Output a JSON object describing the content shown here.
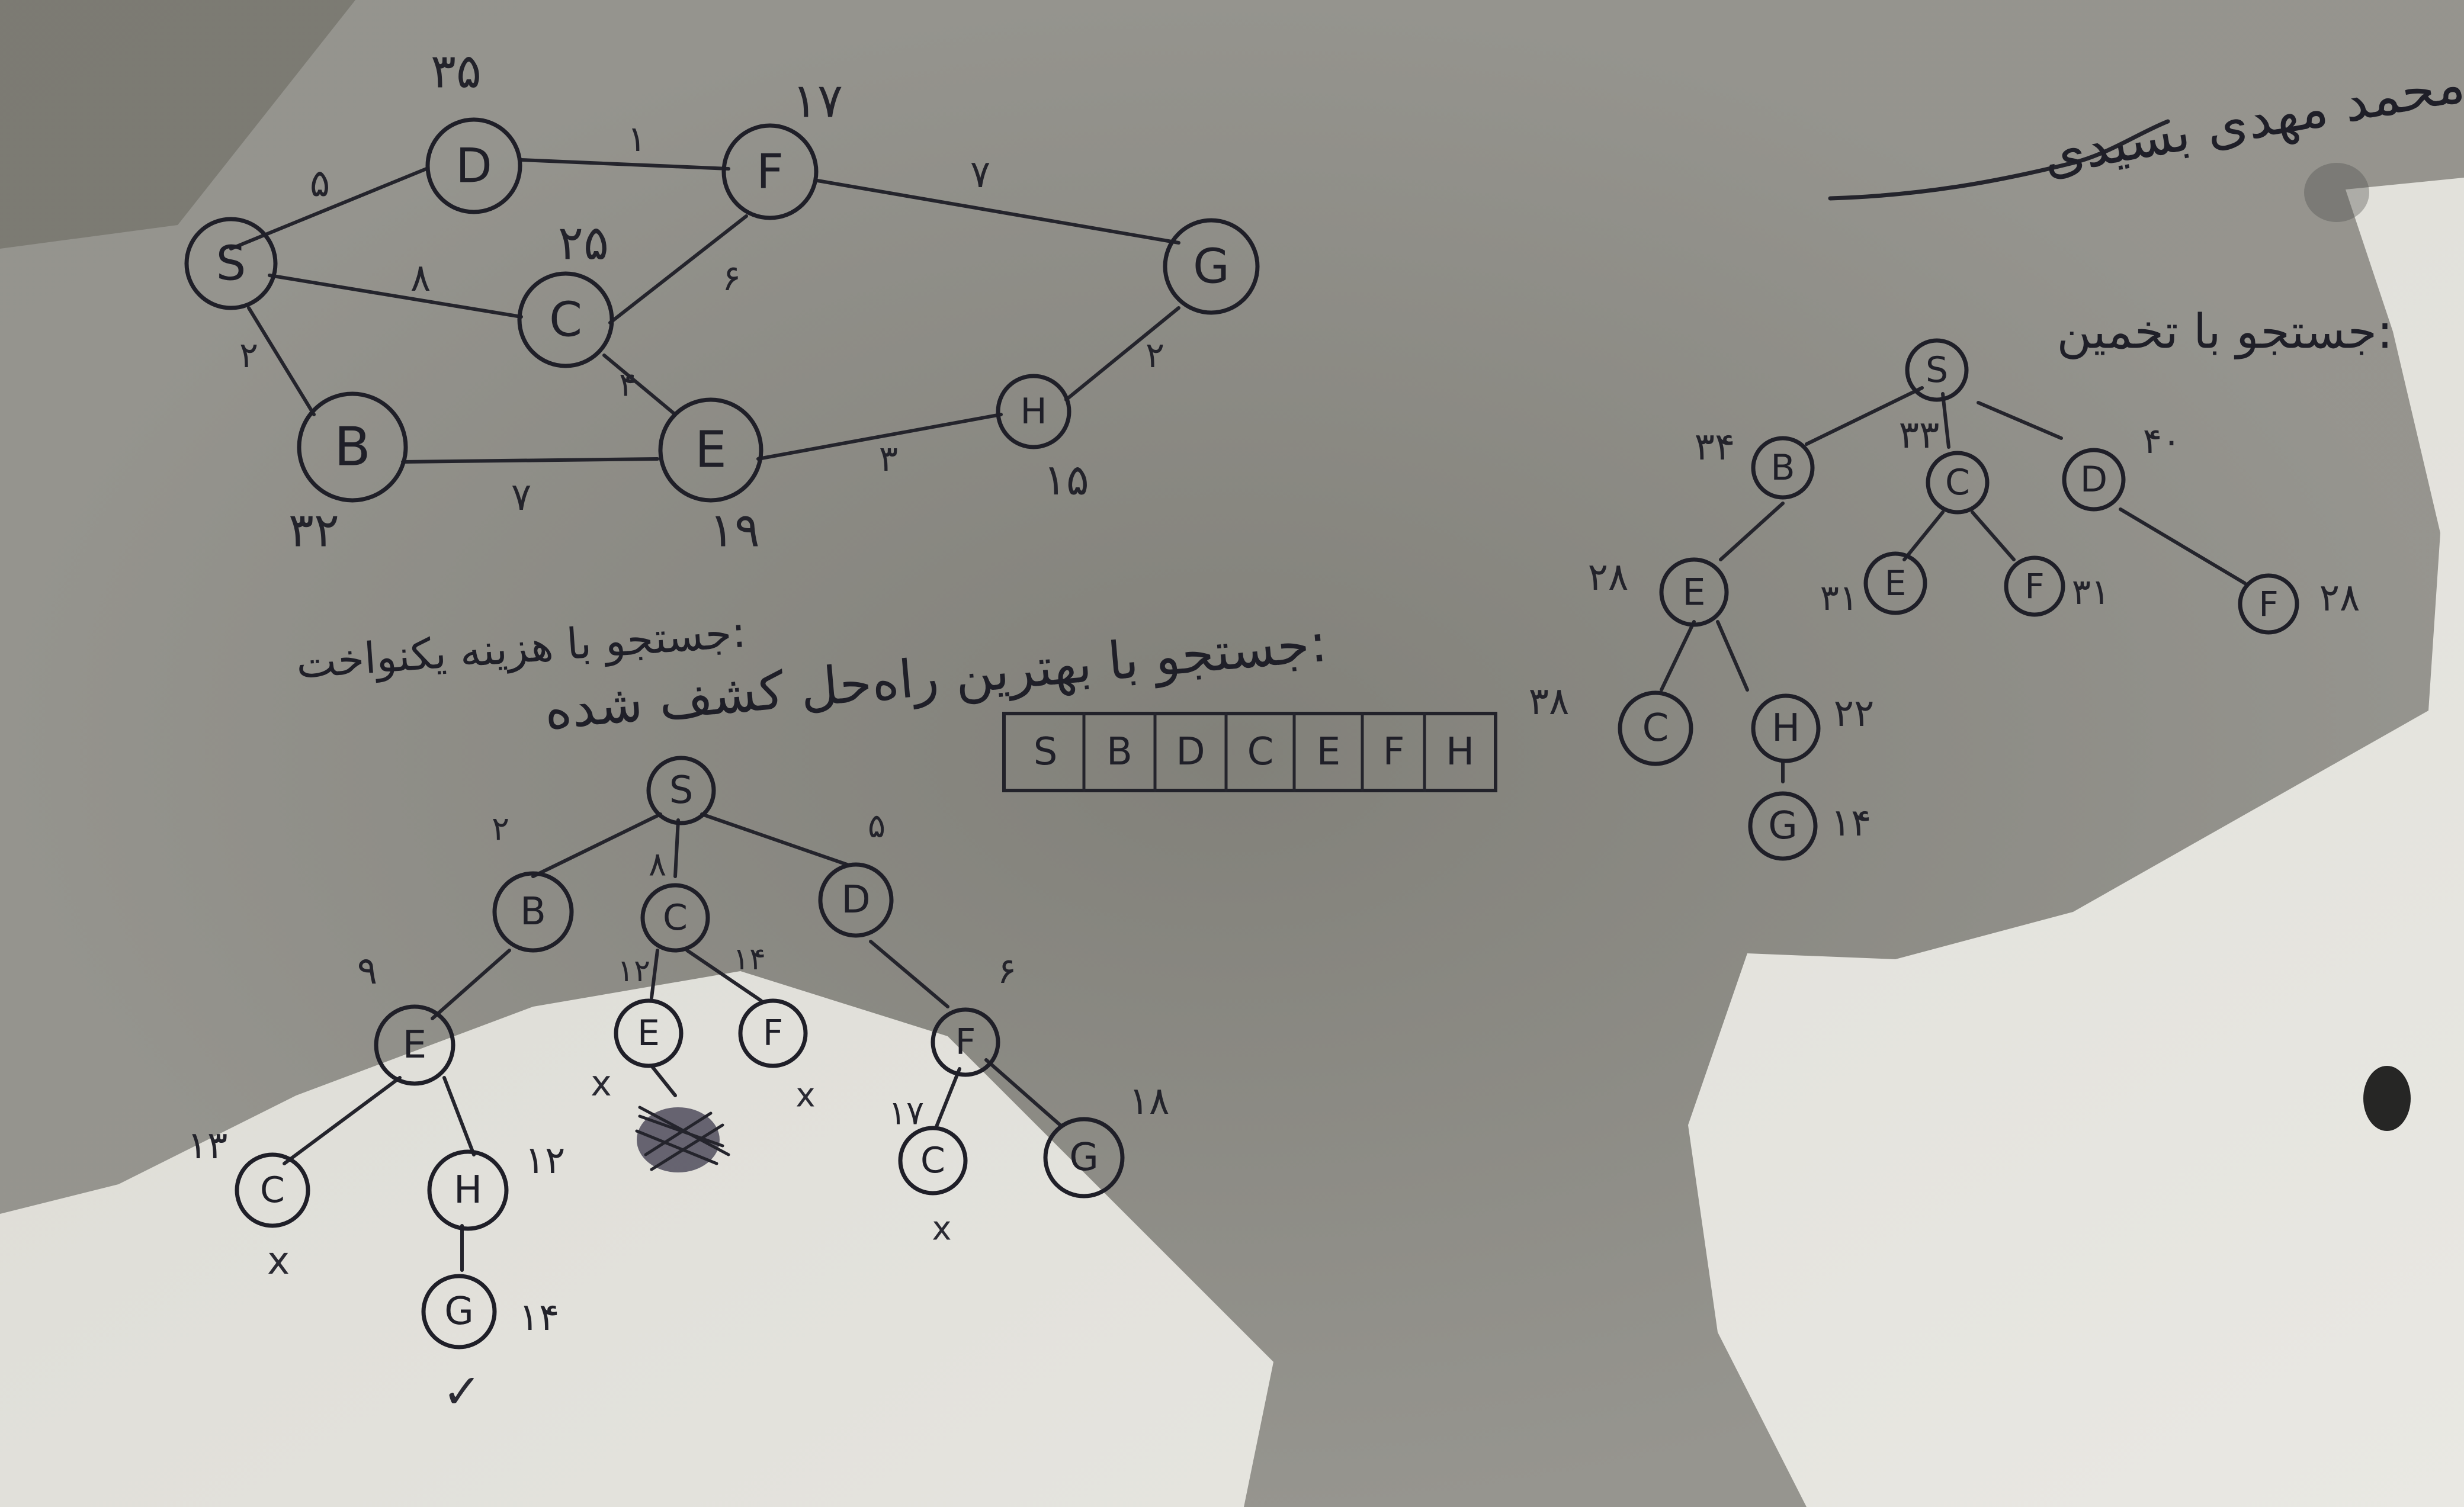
{
  "image": {
    "subject": "Handwritten notes on paper: a weighted graph with heuristic values and two search trees"
  },
  "header": {
    "signature_name": "محمد مهدی بسیدی"
  },
  "graph": {
    "nodes": [
      {
        "id": "S",
        "label": "S",
        "h": ""
      },
      {
        "id": "D",
        "label": "D",
        "h": "۳۵"
      },
      {
        "id": "F",
        "label": "F",
        "h": "۱۷"
      },
      {
        "id": "C",
        "label": "C",
        "h": "۲۵"
      },
      {
        "id": "G",
        "label": "G",
        "h": ""
      },
      {
        "id": "B",
        "label": "B",
        "h": "۳۲"
      },
      {
        "id": "E",
        "label": "E",
        "h": "۱۹"
      },
      {
        "id": "H",
        "label": "H",
        "h": "۱۵"
      }
    ],
    "edges": [
      {
        "from": "S",
        "to": "D",
        "weight": "۵"
      },
      {
        "from": "D",
        "to": "F",
        "weight": "۱"
      },
      {
        "from": "F",
        "to": "G",
        "weight": "۷"
      },
      {
        "from": "S",
        "to": "C",
        "weight": "۸"
      },
      {
        "from": "C",
        "to": "F",
        "weight": "۶"
      },
      {
        "from": "S",
        "to": "B",
        "weight": "۲"
      },
      {
        "from": "C",
        "to": "E",
        "weight": "۴"
      },
      {
        "from": "B",
        "to": "E",
        "weight": "۷"
      },
      {
        "from": "E",
        "to": "H",
        "weight": "۳"
      },
      {
        "from": "H",
        "to": "G",
        "weight": "۲"
      }
    ]
  },
  "ucs_section": {
    "title": "جستجو با هزینه یکنواخت:",
    "nodes": [
      {
        "label": "S",
        "cost": ""
      },
      {
        "label": "B",
        "cost": "۲"
      },
      {
        "label": "C",
        "cost": "۸"
      },
      {
        "label": "D",
        "cost": "۵"
      },
      {
        "label": "E",
        "cost": "۹"
      },
      {
        "label": "E",
        "cost": "۱۲"
      },
      {
        "label": "F",
        "cost": "۱۴"
      },
      {
        "label": "F",
        "cost": "۶"
      },
      {
        "label": "C",
        "cost": "۱۳"
      },
      {
        "label": "H",
        "cost": "۱۲"
      },
      {
        "label": "C",
        "cost": "۱۷"
      },
      {
        "label": "G",
        "cost": "۱۸"
      },
      {
        "label": "G",
        "cost": "۱۴"
      }
    ],
    "marks": {
      "pruned": "x",
      "goal": "✓"
    }
  },
  "best_first_section": {
    "title": "جستجو با بهترین راه‌حل کشف شده:",
    "closed_list": [
      "S",
      "B",
      "D",
      "C",
      "E",
      "F",
      "H"
    ]
  },
  "a_star_section": {
    "title": "جستجو با تخمین:",
    "nodes": [
      {
        "label": "S",
        "f": ""
      },
      {
        "label": "B",
        "f": "۳۴"
      },
      {
        "label": "C",
        "f": "۳۳"
      },
      {
        "label": "D",
        "f": "۴۰"
      },
      {
        "label": "E",
        "f": "۲۸"
      },
      {
        "label": "E",
        "f": "۳۱"
      },
      {
        "label": "F",
        "f": "۳۱"
      },
      {
        "label": "F",
        "f": "۲۸"
      },
      {
        "label": "C",
        "f": "۳۸"
      },
      {
        "label": "H",
        "f": "۲۲"
      },
      {
        "label": "G",
        "f": "۱۴"
      }
    ]
  }
}
